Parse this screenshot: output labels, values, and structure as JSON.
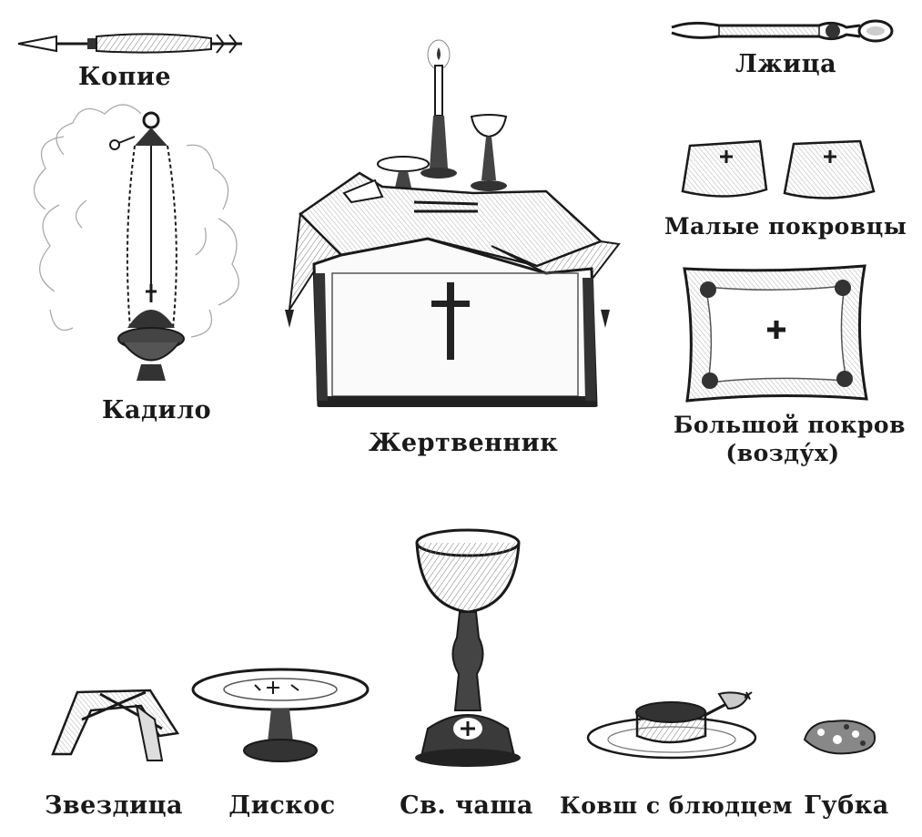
{
  "labels": {
    "kopie": "Копие",
    "lzhitsa": "Лжица",
    "kadilo": "Кадило",
    "zhertvennik": "Жертвенник",
    "malye_pokrovtsy": "Малые покровцы",
    "bolshoy_pokrov_line1": "Большой покров",
    "bolshoy_pokrov_line2": "(возду́х)",
    "zvezditsa": "Звездица",
    "diskos": "Дискос",
    "chasha": "Св. чаша",
    "kovsh": "Ковш с блюдцем",
    "gubka": "Губка"
  },
  "colors": {
    "ink": "#1a1a1a",
    "shade": "#555555",
    "light": "#cfcfcf",
    "paper": "#ffffff"
  }
}
